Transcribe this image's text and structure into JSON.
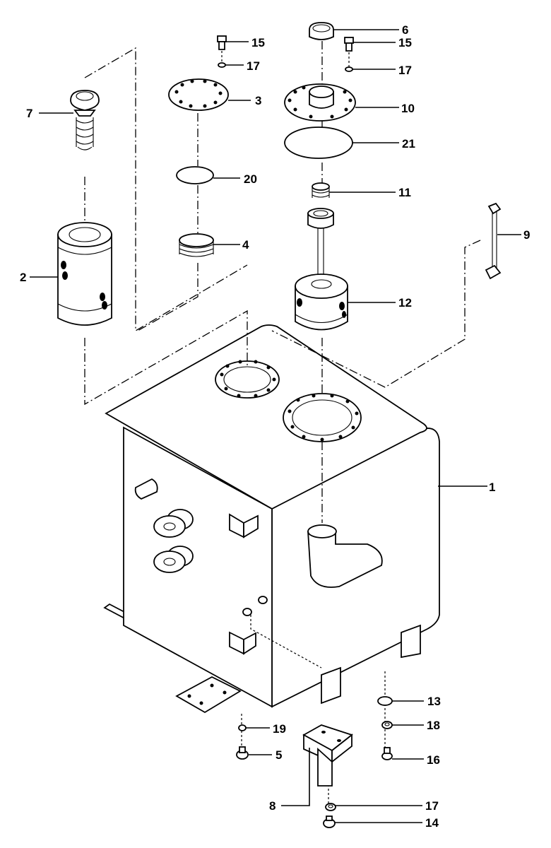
{
  "callouts": {
    "c1": "1",
    "c2": "2",
    "c3": "3",
    "c4": "4",
    "c5": "5",
    "c6": "6",
    "c7": "7",
    "c8": "8",
    "c9": "9",
    "c10": "10",
    "c11": "11",
    "c12": "12",
    "c13": "13",
    "c14": "14",
    "c15a": "15",
    "c15b": "15",
    "c16": "16",
    "c17a": "17",
    "c17b": "17",
    "c17c": "17",
    "c18": "18",
    "c19": "19",
    "c20": "20",
    "c21": "21"
  },
  "colors": {
    "ink": "#000000",
    "paper": "#ffffff"
  }
}
